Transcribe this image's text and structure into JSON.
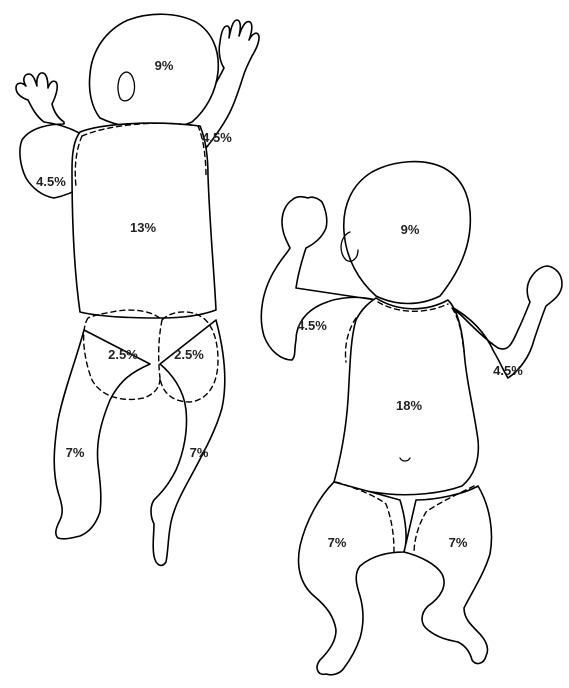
{
  "back_view": {
    "head": "9%",
    "right_arm": "4.5%",
    "left_arm": "4.5%",
    "trunk": "13%",
    "left_buttock": "2.5%",
    "right_buttock": "2.5%",
    "left_leg": "7%",
    "right_leg": "7%"
  },
  "front_view": {
    "head": "9%",
    "right_arm": "4.5%",
    "left_arm": "4.5%",
    "trunk": "18%",
    "right_leg": "7%",
    "left_leg": "7%"
  }
}
